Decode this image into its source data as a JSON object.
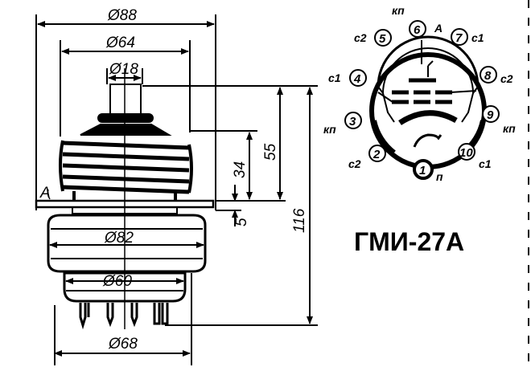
{
  "title": "ГМИ-27А",
  "dimensions": {
    "d88": "Ø88",
    "d64": "Ø64",
    "d18": "Ø18",
    "d82": "Ø82",
    "d60": "Ø60",
    "d68": "Ø68",
    "h55": "55",
    "h34": "34",
    "h5": "5",
    "h116": "116",
    "plate_label": "A"
  },
  "pinout": {
    "pins": [
      {
        "num": "1",
        "label": "п"
      },
      {
        "num": "2",
        "label": "c2"
      },
      {
        "num": "3",
        "label": "кп"
      },
      {
        "num": "4",
        "label": "c1"
      },
      {
        "num": "5",
        "label": "c2"
      },
      {
        "num": "6",
        "label": "кп"
      },
      {
        "num": "7",
        "label": "c1"
      },
      {
        "num": "8",
        "label": "c2"
      },
      {
        "num": "9",
        "label": "кп"
      },
      {
        "num": "10",
        "label": "c1"
      }
    ],
    "anode_label": "A"
  }
}
